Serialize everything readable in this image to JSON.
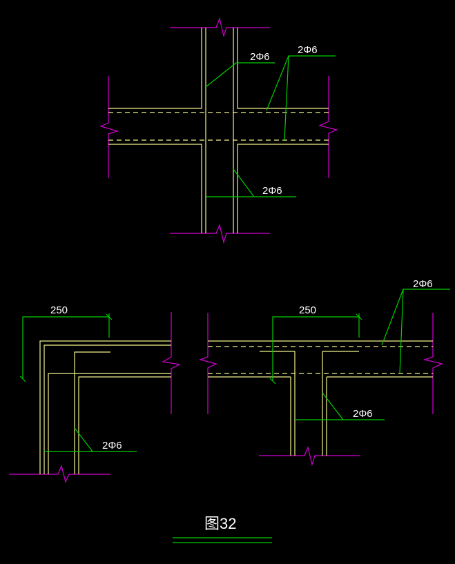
{
  "colors": {
    "background": "#000000",
    "wall": "#d400d4",
    "rebar": "#f2f28c",
    "leader": "#00d000",
    "text": "#ffffff"
  },
  "labels": {
    "cross_left": "2Φ6",
    "cross_right": "2Φ6",
    "cross_bottom": "2Φ6",
    "corner_dim": "250",
    "corner_bar": "2Φ6",
    "tee_top": "2Φ6",
    "tee_dim": "250",
    "tee_bar": "2Φ6"
  },
  "caption": "图32"
}
